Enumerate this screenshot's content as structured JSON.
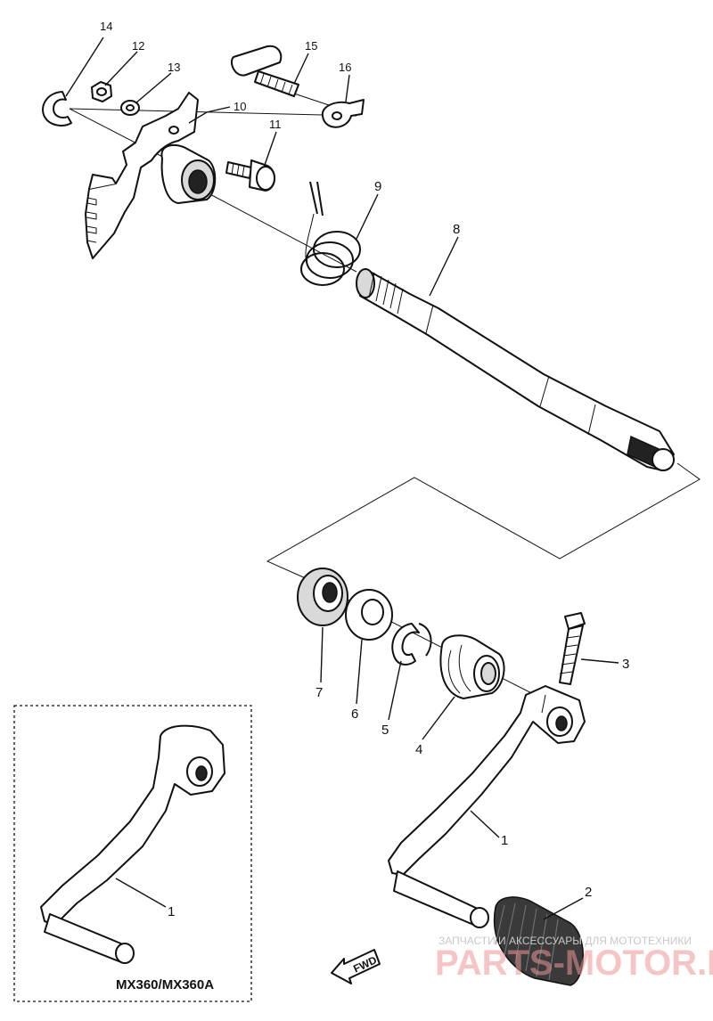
{
  "callouts": [
    {
      "id": "14",
      "text": "14"
    },
    {
      "id": "12",
      "text": "12"
    },
    {
      "id": "13",
      "text": "13"
    },
    {
      "id": "15",
      "text": "15"
    },
    {
      "id": "16",
      "text": "16"
    },
    {
      "id": "10",
      "text": "10"
    },
    {
      "id": "11",
      "text": "11"
    },
    {
      "id": "9",
      "text": "9"
    },
    {
      "id": "8",
      "text": "8"
    },
    {
      "id": "3",
      "text": "3"
    },
    {
      "id": "7",
      "text": "7"
    },
    {
      "id": "6",
      "text": "6"
    },
    {
      "id": "5",
      "text": "5"
    },
    {
      "id": "4",
      "text": "4"
    },
    {
      "id": "1a",
      "text": "1"
    },
    {
      "id": "1b",
      "text": "1"
    },
    {
      "id": "2",
      "text": "2"
    }
  ],
  "inset_caption": "MX360/MX360A",
  "direction_label": "FWD",
  "watermark": {
    "top_text": "ЗАПЧАСТИ И АКСЕССУАРЫ ДЛЯ МОТОТЕХНИКИ",
    "main_text": "PARTS-MOTOR.RU",
    "color": "#ec9696"
  }
}
